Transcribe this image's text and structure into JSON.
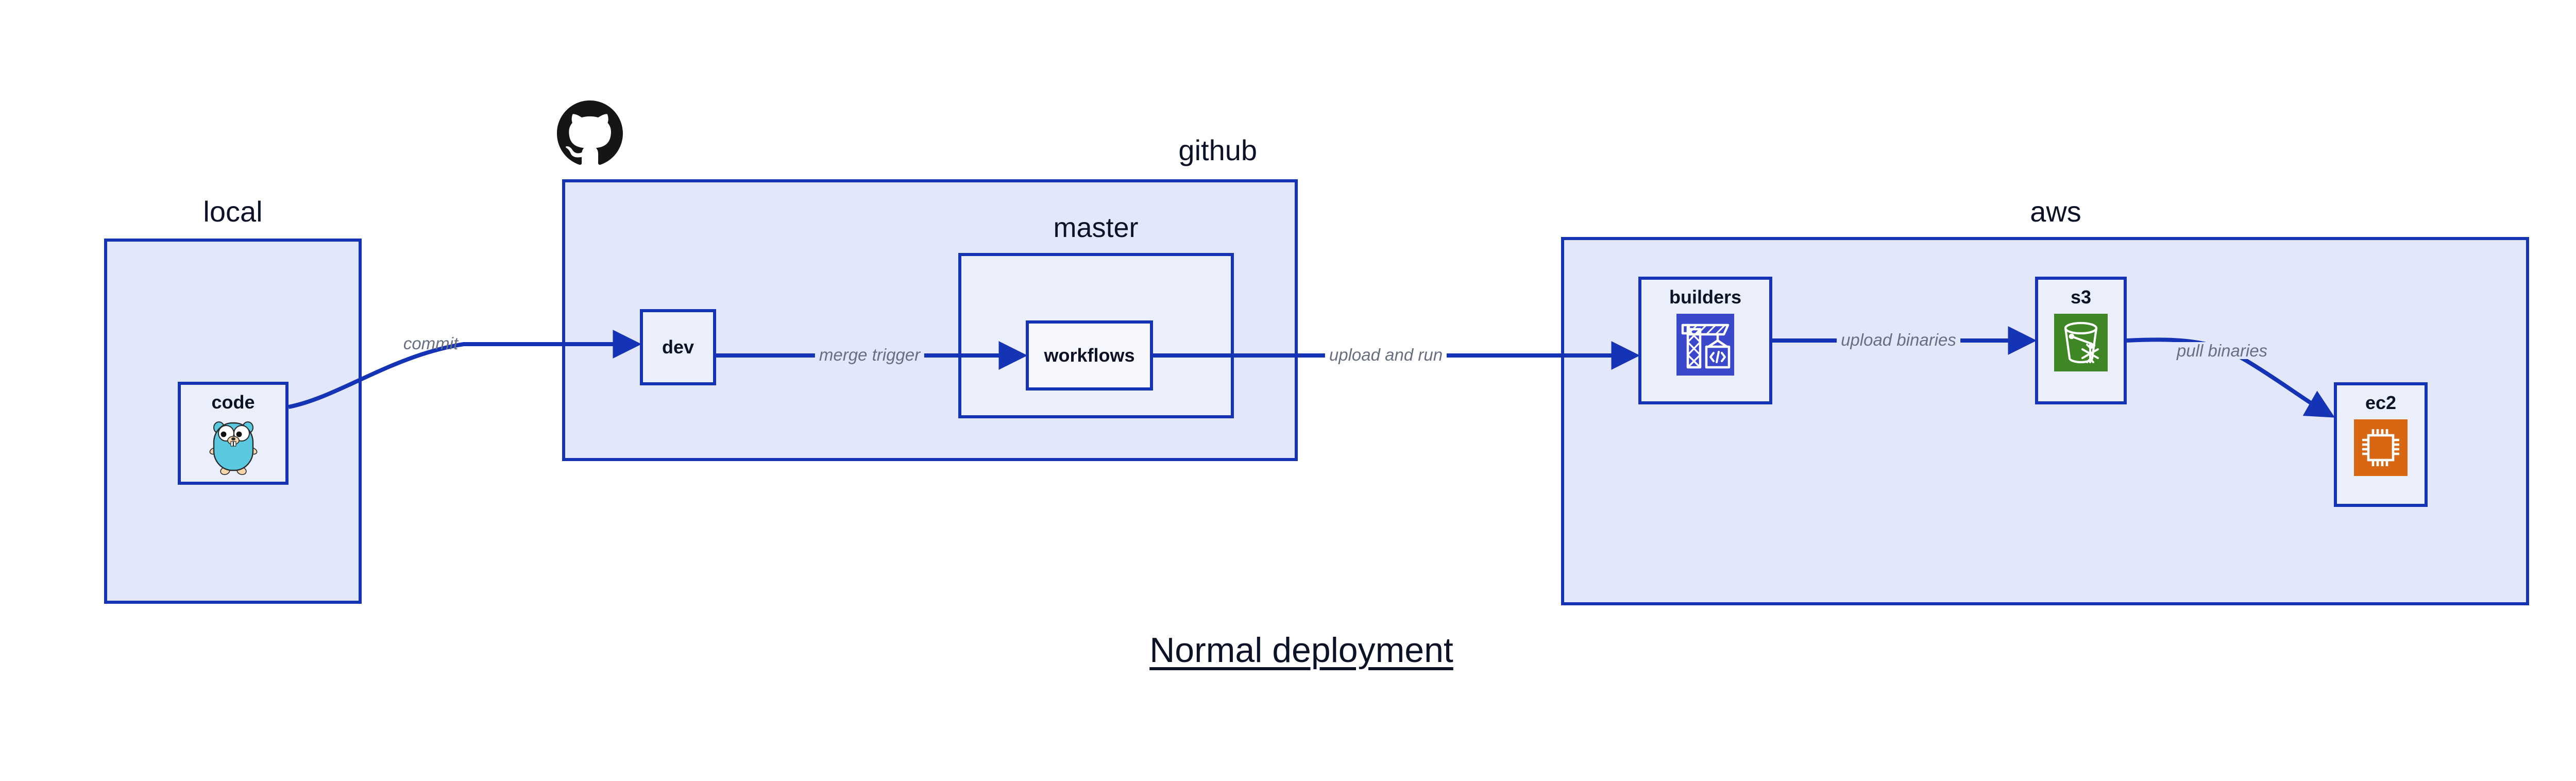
{
  "diagram": {
    "title": "Normal deployment",
    "groups": [
      {
        "id": "local",
        "label": "local"
      },
      {
        "id": "github",
        "label": "github"
      },
      {
        "id": "master",
        "label": "master"
      },
      {
        "id": "aws",
        "label": "aws"
      }
    ],
    "nodes": [
      {
        "id": "code",
        "label": "code",
        "icon": "go-gopher-icon"
      },
      {
        "id": "dev",
        "label": "dev",
        "icon": "none"
      },
      {
        "id": "workflows",
        "label": "workflows",
        "icon": "none"
      },
      {
        "id": "builders",
        "label": "builders",
        "icon": "aws-codebuild-icon"
      },
      {
        "id": "s3",
        "label": "s3",
        "icon": "aws-s3-glacier-icon"
      },
      {
        "id": "ec2",
        "label": "ec2",
        "icon": "aws-ec2-icon"
      }
    ],
    "edges": [
      {
        "id": "commit",
        "label": "commit",
        "from": "code",
        "to": "dev"
      },
      {
        "id": "merge-trigger",
        "label": "merge trigger",
        "from": "dev",
        "to": "workflows"
      },
      {
        "id": "upload-and-run",
        "label": "upload and run",
        "from": "workflows",
        "to": "builders"
      },
      {
        "id": "upload-binaries",
        "label": "upload binaries",
        "from": "builders",
        "to": "s3"
      },
      {
        "id": "pull-binaries",
        "label": "pull binaries",
        "from": "s3",
        "to": "ec2"
      }
    ],
    "logos": [
      {
        "id": "github-logo",
        "icon": "github-octocat-icon"
      }
    ],
    "colors": {
      "group_fill": "#e2e7fa",
      "node_fill": "#eaeffb",
      "node_fill_bright": "#f6f8fe",
      "border": "#1534b5",
      "edge": "#1534b5",
      "text": "#0d1326",
      "edge_label": "#676f80",
      "codebuild_blue": "#3b48cc",
      "s3_green": "#3f8624",
      "ec2_orange": "#d86613",
      "gopher_cyan": "#5ac9e0",
      "octocat_black": "#151515"
    }
  }
}
